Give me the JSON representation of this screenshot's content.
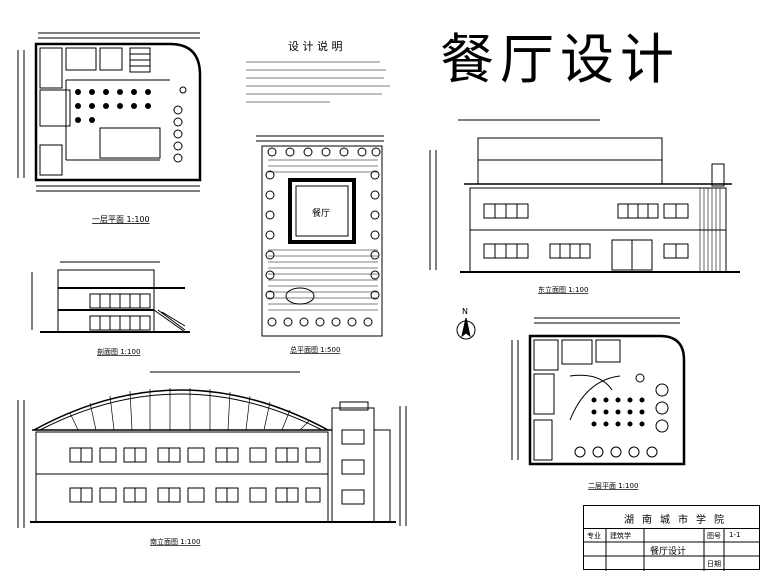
{
  "title": "餐厅设计",
  "notes_title": "设 计 说 明",
  "site_building_label": "餐厅",
  "captions": {
    "plan_first": "一层平面 1:100",
    "section": "剖面图 1:100",
    "site_plan": "总平面图 1:500",
    "elevation_east": "东立面图 1:100",
    "plan_second": "二层平面 1:100",
    "elevation_south": "南立面图 1:100"
  },
  "north_label": "N",
  "title_block": {
    "school": "湖南城市学院",
    "major_label": "专业",
    "major_value": "建筑学",
    "drawing_label": "餐厅设计",
    "page_label": "图号",
    "page_value": "1-1",
    "date_label": "日期"
  }
}
